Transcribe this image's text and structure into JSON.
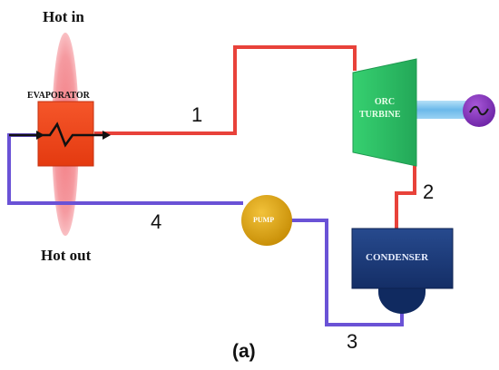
{
  "labels": {
    "hot_in": "Hot in",
    "hot_out": "Hot out",
    "evaporator": "EVAPORATOR",
    "turbine_line1": "ORC",
    "turbine_line2": "TURBINE",
    "pump": "PUMP",
    "condenser": "CONDENSER",
    "generator_symbol": "~",
    "state_1": "1",
    "state_2": "2",
    "state_3": "3",
    "state_4": "4",
    "caption": "(a)"
  },
  "colors": {
    "hot_stream": "#f08a8e",
    "hot_line": "#e8423a",
    "cold_line": "#6a52d6",
    "evaporator": "#f0441a",
    "turbine": "#2fc468",
    "generator": "#8a3cc0",
    "shaft": "#7ec4ee",
    "pump": "#d9a415",
    "condenser": "#1a3a78"
  }
}
